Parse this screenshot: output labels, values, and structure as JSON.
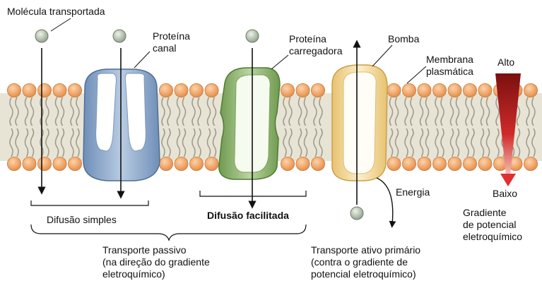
{
  "labels": {
    "molecule": "Molécula transportada",
    "channel_protein": "Proteína\ncanal",
    "carrier_protein": "Proteína\ncarregadora",
    "pump": "Bomba",
    "membrane": "Membrana\nplasmática",
    "high": "Alto",
    "low": "Baixo",
    "energy": "Energia",
    "simple_diffusion": "Difusão simples",
    "facilitated_diffusion": "Difusão facilitada",
    "passive_transport": "Transporte passivo\n(na direção do gradiente\neletroquímico)",
    "active_transport": "Transporte ativo primário\n(contra o gradiente de\npotencial eletroquímico)",
    "gradient": "Gradiente\nde potencial\neletroquímico"
  },
  "colors": {
    "head": "#f0a060",
    "head_edge": "#c97a3a",
    "tail": "#b5b09a",
    "channel": "#8fa8c8",
    "channel_edge": "#5d7aa0",
    "carrier": "#8ab06a",
    "carrier_edge": "#5e8a40",
    "pump": "#f0d898",
    "pump_edge": "#d0a850",
    "molecule": "#b9c6b4",
    "gradient_top": "#8b1a1a",
    "gradient_bottom": "#e06060"
  }
}
